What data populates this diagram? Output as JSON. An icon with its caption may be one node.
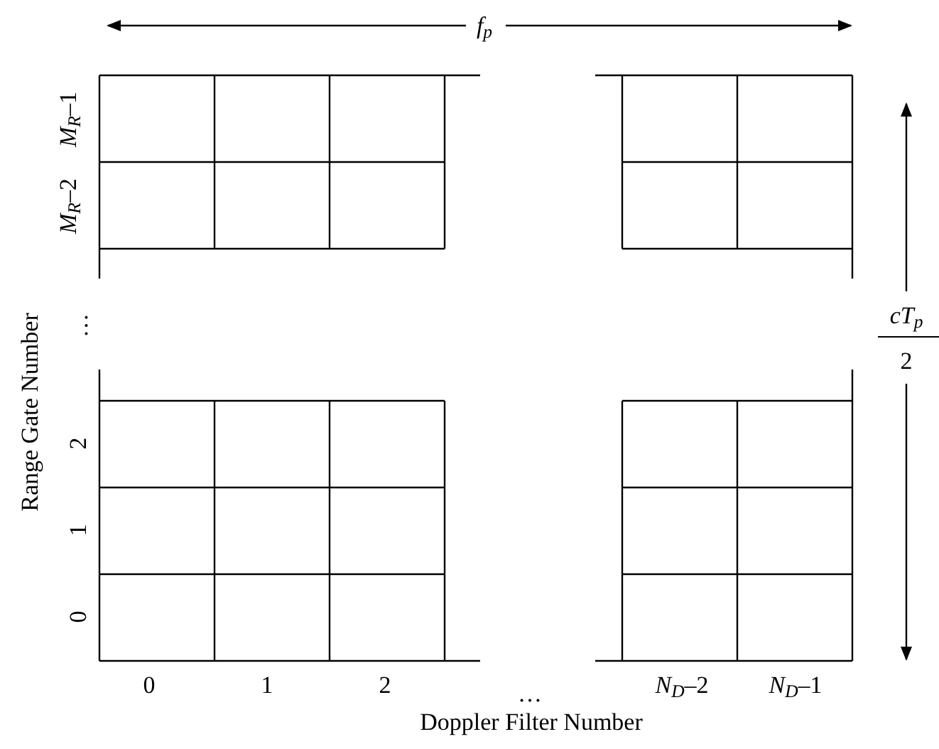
{
  "diagram": {
    "labels": [
      "*f*$_{p}$",
      "*M*$_{R}$–1",
      "*M*$_{R}$–2",
      "…",
      "2",
      "1",
      "0",
      "Range Gate Number",
      "*cT*$_{p}$",
      "2",
      "0",
      "1",
      "2",
      "…",
      "*N*$_{D}$–2",
      "*N*$_{D}$–1",
      "Doppler Filter Number"
    ]
  }
}
